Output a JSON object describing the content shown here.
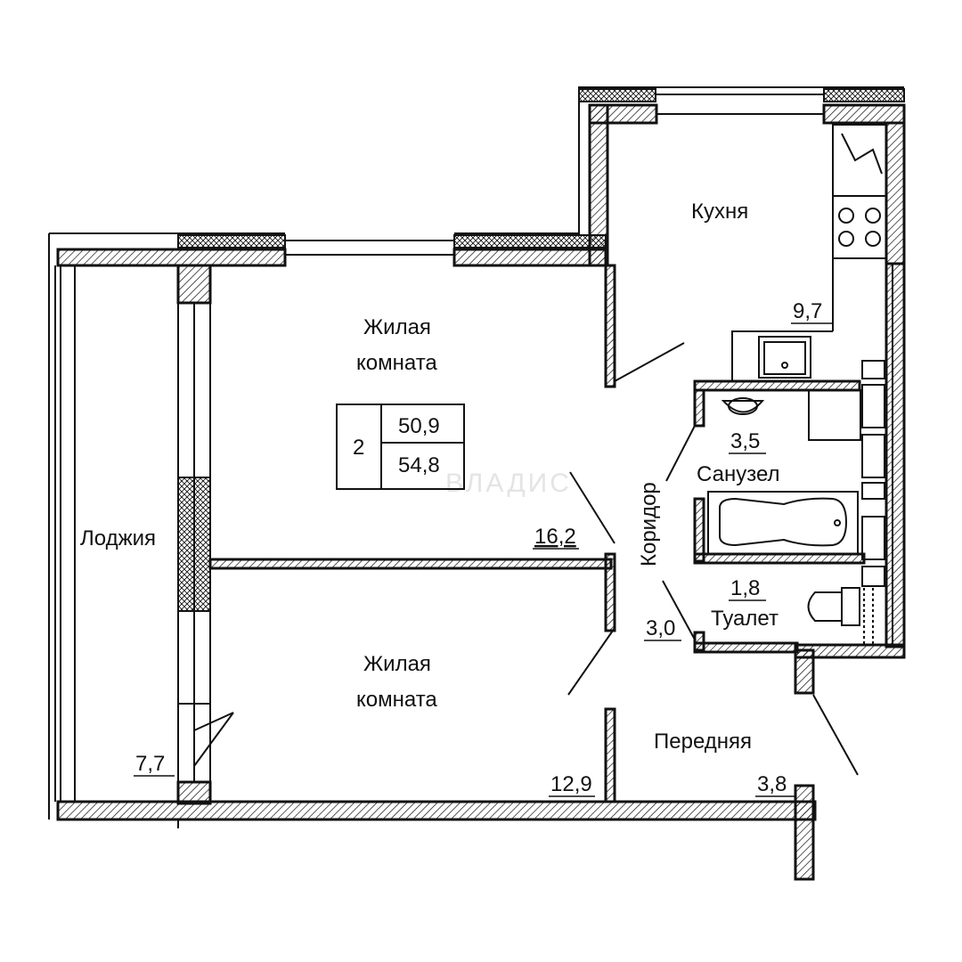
{
  "rooms": {
    "living1": {
      "name_line1": "Жилая",
      "name_line2": "комната",
      "area": "16,2"
    },
    "living2": {
      "name_line1": "Жилая",
      "name_line2": "комната",
      "area": "12,9"
    },
    "kitchen": {
      "name": "Кухня",
      "area": "9,7"
    },
    "loggia": {
      "name": "Лоджия",
      "area": "7,7"
    },
    "corridor": {
      "name": "Коридор",
      "area": "3,0"
    },
    "bathroom": {
      "name": "Санузел",
      "area": "3,5"
    },
    "toilet": {
      "name": "Туалет",
      "area": "1,8"
    },
    "hall": {
      "name": "Передняя",
      "area": "3,8"
    }
  },
  "summary": {
    "rooms_count": "2",
    "living_area": "50,9",
    "total_area": "54,8"
  },
  "watermark": "ВЛАДИС",
  "colors": {
    "line": "#111111",
    "wall_fill": "#ffffff",
    "background": "#ffffff"
  }
}
